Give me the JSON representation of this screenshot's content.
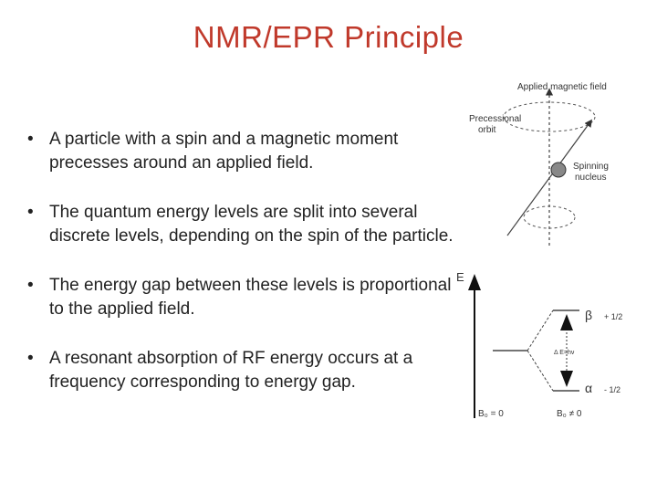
{
  "slide": {
    "title": "NMR/EPR Principle",
    "bullets": [
      "A particle with a spin and a magnetic moment precesses around an applied field.",
      "The quantum energy levels are split into several discrete levels, depending on the spin of the particle.",
      "The energy gap between these levels is proportional to the applied field.",
      "A resonant absorption of RF energy occurs at a frequency corresponding to energy gap."
    ]
  },
  "precession_diagram": {
    "applied_field_label": "Applied magnetic field",
    "precessional_orbit_label": [
      "Precessional",
      "orbit"
    ],
    "spinning_nucleus_label": [
      "Spinning",
      "nucleus"
    ]
  },
  "energy_diagram": {
    "axis_label": "E",
    "beta_label": "β",
    "alpha_label": "α",
    "plus_half": "+ 1/2",
    "minus_half": "- 1/2",
    "delta_label": "Δ E=hν",
    "b0_zero_label": "B₀ = 0",
    "b0_nonzero_label": "B₀ ≠ 0"
  },
  "colors": {
    "title": "#c0392b",
    "text": "#222222",
    "diagram": "#333333"
  }
}
